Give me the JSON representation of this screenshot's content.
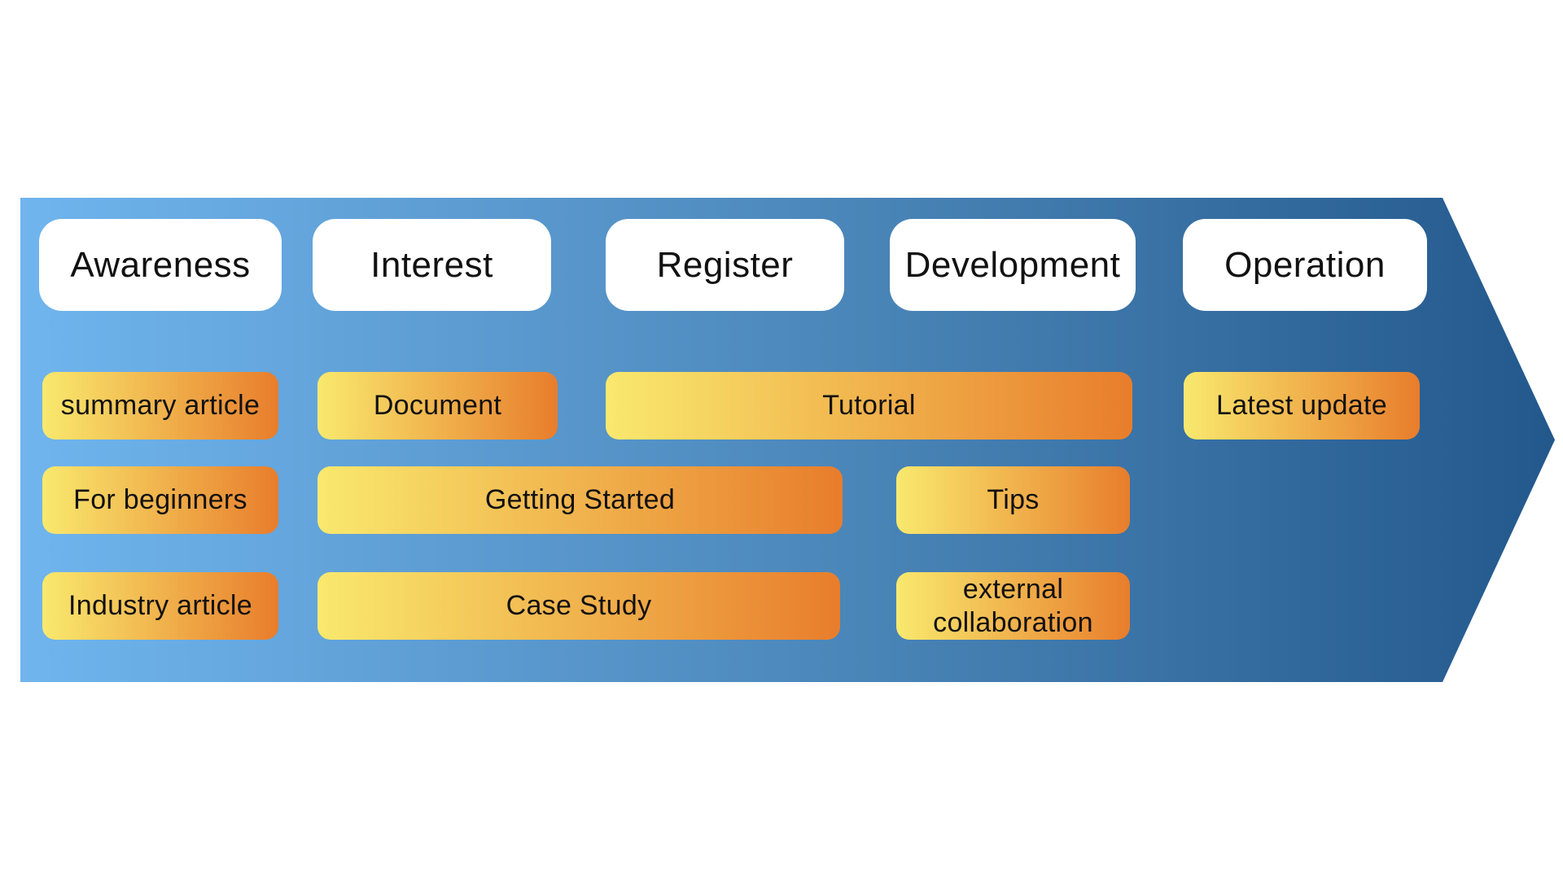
{
  "diagram": {
    "type": "customer-journey-arrow",
    "direction": "left-to-right",
    "stages": [
      {
        "label": "Awareness"
      },
      {
        "label": "Interest"
      },
      {
        "label": "Register"
      },
      {
        "label": "Development"
      },
      {
        "label": "Operation"
      }
    ],
    "rows": [
      {
        "items": [
          {
            "label": "summary article"
          },
          {
            "label": "Document"
          },
          {
            "label": "Tutorial"
          },
          {
            "label": "Latest update"
          }
        ]
      },
      {
        "items": [
          {
            "label": "For beginners"
          },
          {
            "label": "Getting Started"
          },
          {
            "label": "Tips"
          }
        ]
      },
      {
        "items": [
          {
            "label": "Industry article"
          },
          {
            "label": "Case Study"
          },
          {
            "label": "external collaboration"
          }
        ]
      }
    ]
  },
  "colors": {
    "blue_left": "#70B5EE",
    "blue_right": "#23588C",
    "orange_left": "#F9E96E",
    "orange_right": "#E87D2C",
    "stage_bg": "#FFFFFF",
    "text": "#111111"
  }
}
